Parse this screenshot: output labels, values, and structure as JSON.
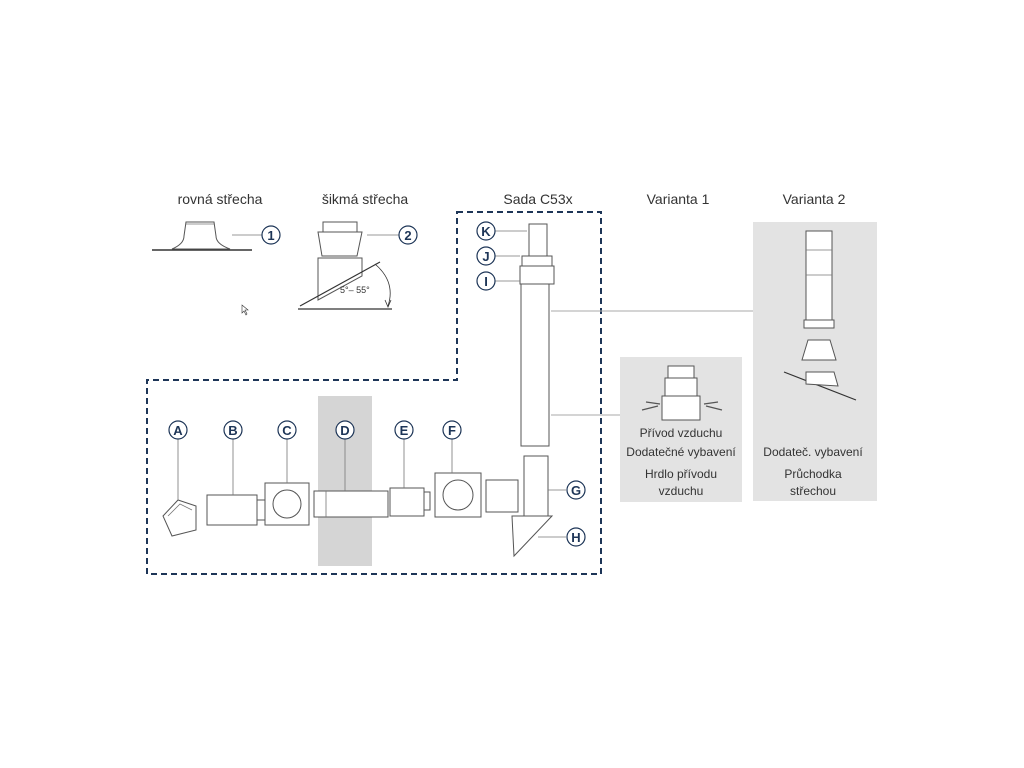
{
  "headers": {
    "flat_roof": "rovná střecha",
    "pitched_roof": "šikmá střecha",
    "kit": "Sada C53x",
    "variant1": "Varianta 1",
    "variant2": "Varianta 2"
  },
  "angle_label": "5°– 55°",
  "callouts": {
    "c1": "1",
    "c2": "2",
    "A": "A",
    "B": "B",
    "C": "C",
    "D": "D",
    "E": "E",
    "F": "F",
    "G": "G",
    "H": "H",
    "I": "I",
    "J": "J",
    "K": "K"
  },
  "variant1_text": {
    "line1": "Přívod vzduchu",
    "line2": "Dodatečné vybavení",
    "line3": "Hrdlo přívodu",
    "line4": "vzduchu"
  },
  "variant2_text": {
    "line1": "Dodateč. vybavení",
    "line2": "Průchodka",
    "line3": "střechou"
  },
  "colors": {
    "dashed_border": "#1d3557",
    "panel_bg": "#e3e3e3",
    "wall": "#d5d5d5"
  }
}
